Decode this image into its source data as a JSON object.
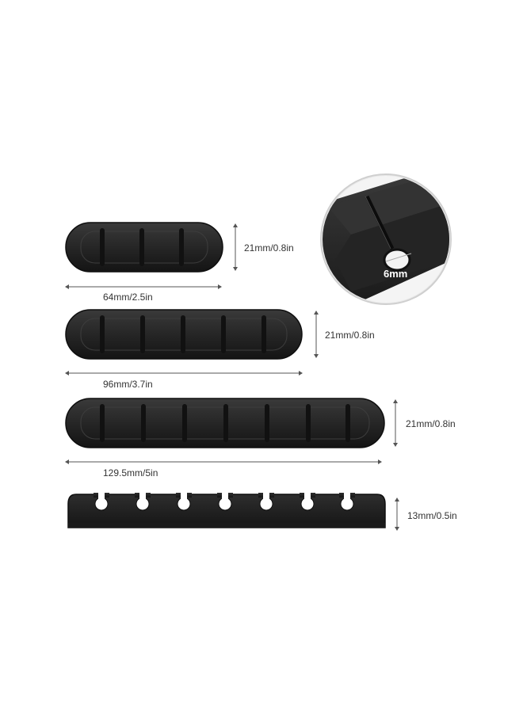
{
  "dimensions": {
    "clip3_height": "21mm/0.8in",
    "clip3_length": "64mm/2.5in",
    "clip5_height": "21mm/0.8in",
    "clip5_length": "96mm/3.7in",
    "clip7_height": "21mm/0.8in",
    "clip7_length": "129.5mm/5in",
    "side_height": "13mm/0.5in",
    "slot_diameter": "6mm"
  },
  "colors": {
    "clip_body": "#2b2b2b",
    "clip_edge": "#0f0f0f",
    "dimension_line": "#555555",
    "background": "#ffffff"
  }
}
